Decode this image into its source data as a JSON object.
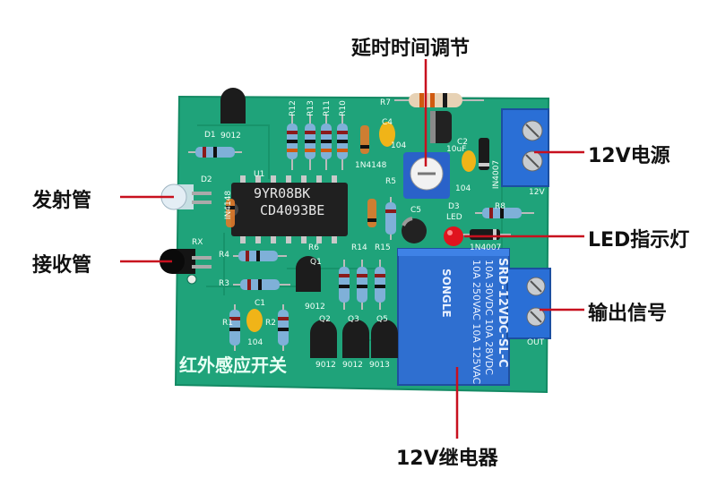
{
  "callouts": {
    "delay_adjust": "延时时间调节",
    "power_12v": "12V电源",
    "emitter": "发射管",
    "receiver": "接收管",
    "led_indicator": "LED指示灯",
    "output_signal": "输出信号",
    "relay_12v": "12V继电器"
  },
  "board": {
    "title": "红外感应开关",
    "ic_line1": "9YR08BK",
    "ic_line2": "CD4093BE",
    "relay_brand": "SONGLE",
    "relay_rating1": "10A 250VAC 10A 125VAC",
    "relay_rating2": "10A 30VDC 10A 28VDC",
    "relay_model": "SRD-12VDC-SL-C",
    "labels": {
      "d1": "D1",
      "d2": "D2",
      "d3": "D3",
      "rx": "RX",
      "u1": "U1",
      "q1": "Q1",
      "q2": "Q2",
      "q3": "Q3",
      "q5": "Q5",
      "r1": "R1",
      "r2": "R2",
      "r3": "R3",
      "r4": "R4",
      "r5": "R5",
      "r6": "R6",
      "r7": "R7",
      "r8": "R8",
      "r10": "R10",
      "r11": "R11",
      "r12": "R12",
      "r13": "R13",
      "r14": "R14",
      "r15": "R15",
      "c1": "C1",
      "c2": "C2",
      "c4": "C4",
      "c5": "C5",
      "in4148a": "IN4148",
      "in4148b": "1N4148",
      "in4007a": "IN4007",
      "in4007b": "1N4007",
      "t9012a": "9012",
      "t9012b": "9012",
      "t9012c": "9012",
      "t9012d": "9012",
      "t9013": "9013",
      "led": "LED",
      "cap104a": "104",
      "cap104b": "104",
      "cap104c": "104",
      "uf": "10uF",
      "v12": "12V",
      "out": "OUT"
    }
  },
  "colors": {
    "pcb": "#1fa37a",
    "pcb_dark": "#0f7a58",
    "relay": "#2f6fd0",
    "terminal": "#2a6fd6",
    "leader": "#c8101e",
    "ic": "#202020",
    "cap_yellow": "#f0b418",
    "led_red": "#e0141e"
  }
}
